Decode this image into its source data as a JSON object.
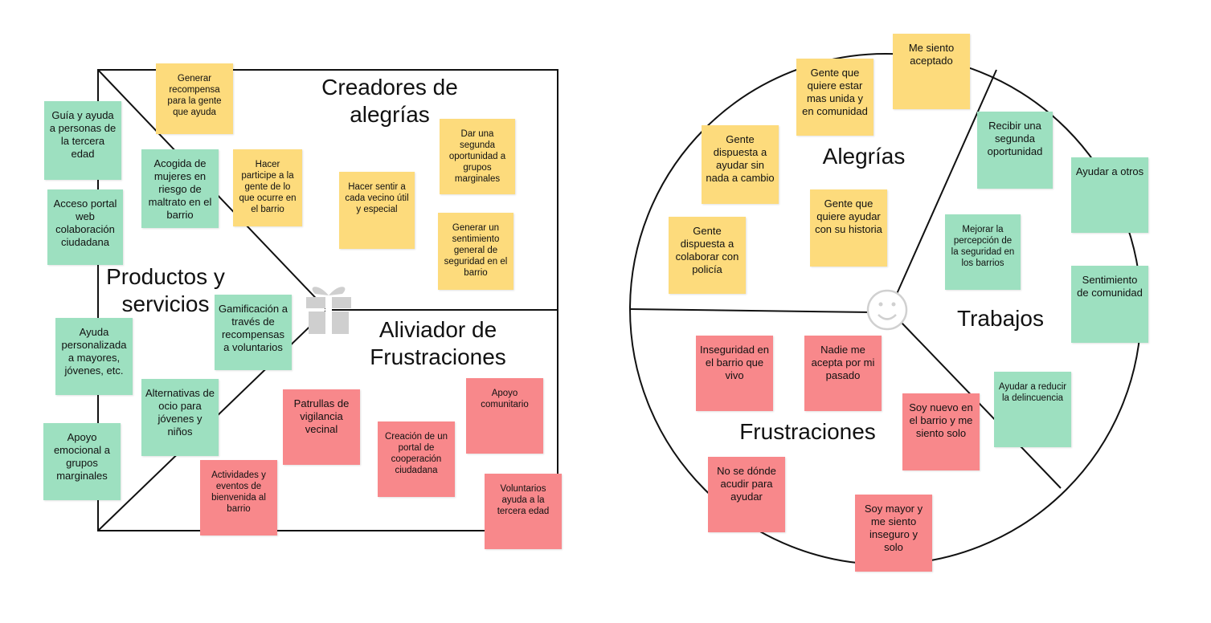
{
  "value_map": {
    "titles": {
      "gain_creators": "Creadores de\nalegrías",
      "products_services": "Productos y\nservicios",
      "pain_relievers": "Aliviador de\nFrustraciones"
    },
    "gain_creators_notes": [
      "Generar recompensa para la gente que ayuda",
      "Hacer participe a la gente de lo que ocurre en el barrio",
      "Hacer sentir a cada vecino útil y especial",
      "Dar una segunda oportunidad a grupos marginales",
      "Generar un sentimiento general de seguridad en el barrio"
    ],
    "products_notes": [
      "Guía y ayuda a personas de la tercera edad",
      "Acceso portal web colaboración ciudadana",
      "Acogida de mujeres en riesgo de maltrato en el barrio",
      "Gamificación a través de recompensas a voluntarios",
      "Ayuda personalizada a mayores, jóvenes, etc.",
      "Alternativas de ocio para jóvenes y niños",
      "Apoyo emocional a grupos marginales"
    ],
    "pain_relievers_notes": [
      "Patrullas de vigilancia vecinal",
      "Creación de un portal de cooperación ciudadana",
      "Apoyo comunitario",
      "Actividades y eventos de bienvenida al barrio",
      "Voluntarios ayuda a la tercera edad"
    ],
    "icon": "gift-icon"
  },
  "customer_profile": {
    "titles": {
      "gains": "Alegrías",
      "jobs": "Trabajos",
      "pains": "Frustraciones"
    },
    "gains_notes": [
      "Me siento aceptado",
      "Gente que quiere estar mas unida y en comunidad",
      "Gente dispuesta a ayudar sin nada a cambio",
      "Gente dispuesta a colaborar con policía",
      "Gente que quiere ayudar con su historia"
    ],
    "jobs_notes": [
      "Recibir una segunda oportunidad",
      "Ayudar a otros",
      "Mejorar la percepción de la seguridad en los barrios",
      "Sentimiento de comunidad",
      "Ayudar a reducir la delincuencia"
    ],
    "pains_notes": [
      "Inseguridad en el barrio que vivo",
      "Nadie me acepta por mi pasado",
      "Soy nuevo en el barrio y me siento solo",
      "No se dónde acudir para ayudar",
      "Soy mayor y me siento inseguro y solo"
    ],
    "icon": "smiley-icon"
  },
  "colors": {
    "gain": "#fddb7c",
    "job": "#9de0c0",
    "pain": "#f8888b",
    "line": "#111111",
    "icon": "#cfcfcf"
  }
}
